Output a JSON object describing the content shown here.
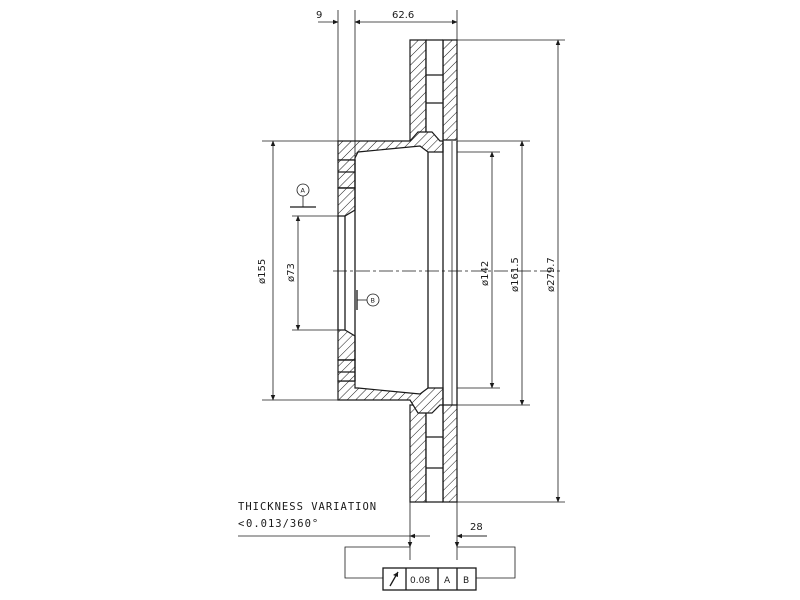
{
  "dimensions": {
    "offset_9": "9",
    "hat_height": "62.6",
    "d155": "ø155",
    "d73": "ø73",
    "d142": "ø142",
    "d161_5": "ø161.5",
    "d279_7": "ø279.7",
    "thickness": "28"
  },
  "datums": {
    "a": "A",
    "b": "B"
  },
  "note": {
    "title": "THICKNESS VARIATION",
    "value": "0.013/360°"
  },
  "tolerance_frame": {
    "symbol": "circular-runout",
    "value": "0.08",
    "datum_1": "A",
    "datum_2": "B"
  }
}
